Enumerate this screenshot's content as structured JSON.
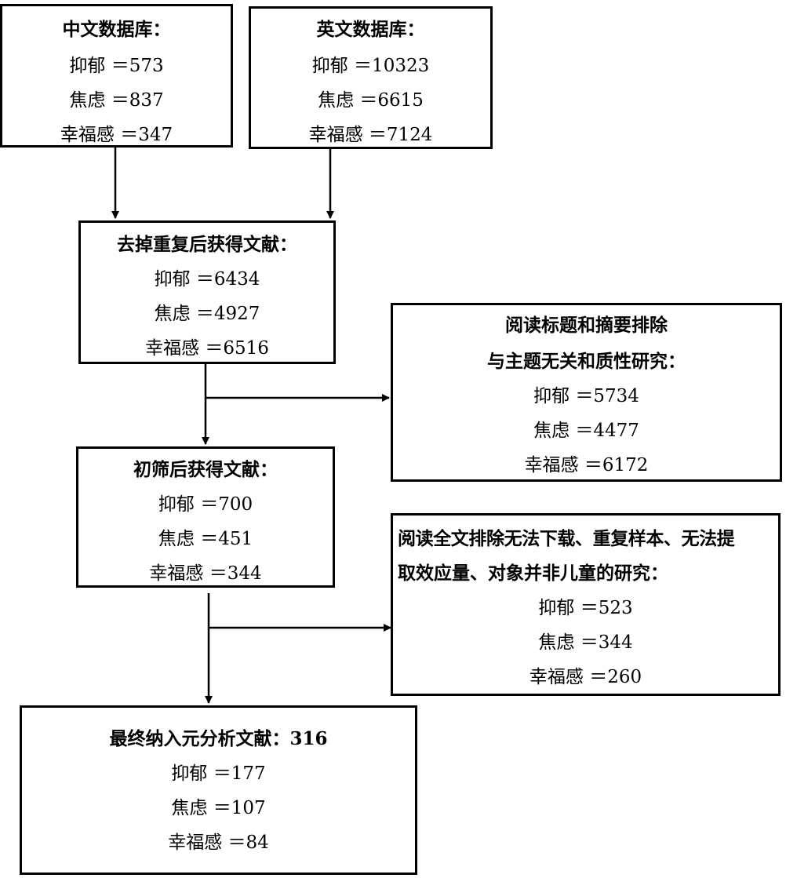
{
  "boxes": {
    "chinese_db": {
      "title": "中文数据库：",
      "rows": [
        "抑郁 ＝573",
        "焦虑 ＝837",
        "幸福感 ＝347"
      ]
    },
    "english_db": {
      "title": "英文数据库：",
      "rows": [
        "抑郁 ＝10323",
        "焦虑 ＝6615",
        "幸福感 ＝7124"
      ]
    },
    "deduplicated": {
      "title": "去掉重复后获得文献：",
      "rows": [
        "抑郁 ＝6434",
        "焦虑 ＝4927",
        "幸福感 ＝6516"
      ]
    },
    "exclude_title_abstract": {
      "title_line1": "阅读标题和摘要排除",
      "title_line2": "与主题无关和质性研究：",
      "rows": [
        "抑郁 ＝5734",
        "焦虑 ＝4477",
        "幸福感 ＝6172"
      ]
    },
    "initial_screening": {
      "title": "初筛后获得文献：",
      "rows": [
        "抑郁 ＝700",
        "焦虑 ＝451",
        "幸福感 ＝344"
      ]
    },
    "exclude_full_text": {
      "title_line1": "阅读全文排除无法下载、重复样本、无法提",
      "title_line2": "取效应量、对象并非儿童的研究：",
      "rows": [
        "抑郁 ＝523",
        "焦虑 ＝344",
        "幸福感 ＝260"
      ]
    },
    "final_included": {
      "title": "最终纳入元分析文献：316",
      "rows": [
        "抑郁 ＝177",
        "焦虑 ＝107",
        "幸福感 ＝84"
      ]
    }
  }
}
